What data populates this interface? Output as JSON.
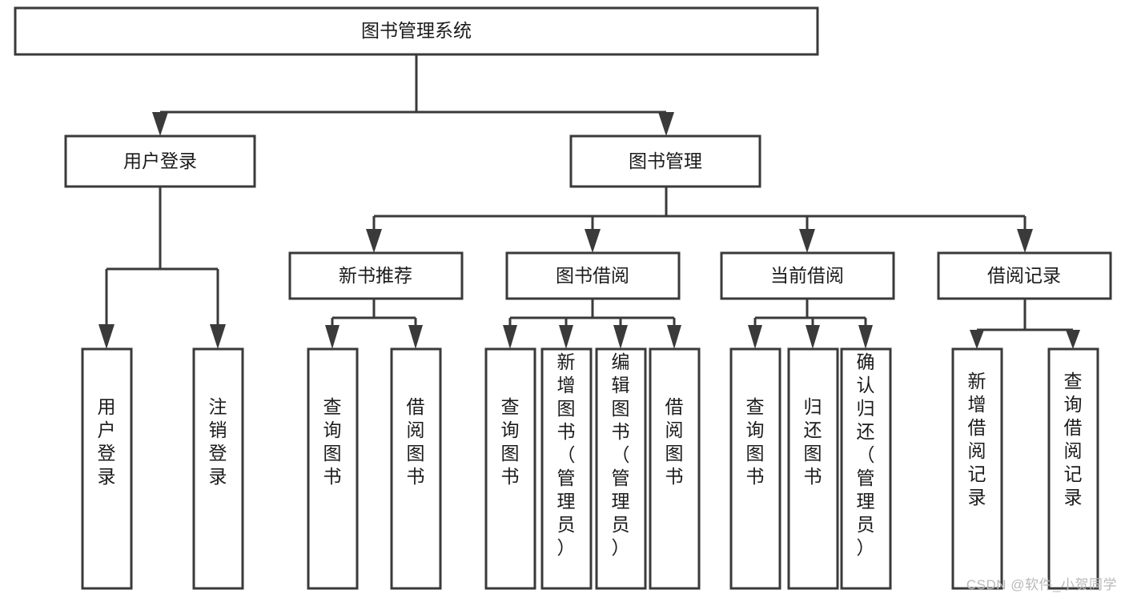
{
  "diagram": {
    "type": "tree-hierarchy-chart",
    "title": "图书管理系统",
    "colors": {
      "stroke": "#3a3a3a",
      "fill": "#ffffff",
      "text": "#1b1b1b",
      "watermark": "#b9b9b9"
    },
    "root": {
      "label": "图书管理系统"
    },
    "level2": [
      {
        "label": "用户登录"
      },
      {
        "label": "图书管理"
      }
    ],
    "level3": [
      {
        "label": "新书推荐"
      },
      {
        "label": "图书借阅"
      },
      {
        "label": "当前借阅"
      },
      {
        "label": "借阅记录"
      }
    ],
    "leaves": {
      "user_login": [
        {
          "label": "用户登录"
        },
        {
          "label": "注销登录"
        }
      ],
      "new_book_recommend": [
        {
          "label": "查询图书"
        },
        {
          "label": "借阅图书"
        }
      ],
      "book_borrow": [
        {
          "label": "查询图书"
        },
        {
          "label": "新增图书（管理员）"
        },
        {
          "label": "编辑图书（管理员）"
        },
        {
          "label": "借阅图书"
        }
      ],
      "current_borrow": [
        {
          "label": "查询图书"
        },
        {
          "label": "归还图书"
        },
        {
          "label": "确认归还（管理员）"
        }
      ],
      "borrow_record": [
        {
          "label": "新增借阅记录"
        },
        {
          "label": "查询借阅记录"
        }
      ]
    }
  },
  "watermark": {
    "text": "CSDN @软件_小贺同学"
  }
}
